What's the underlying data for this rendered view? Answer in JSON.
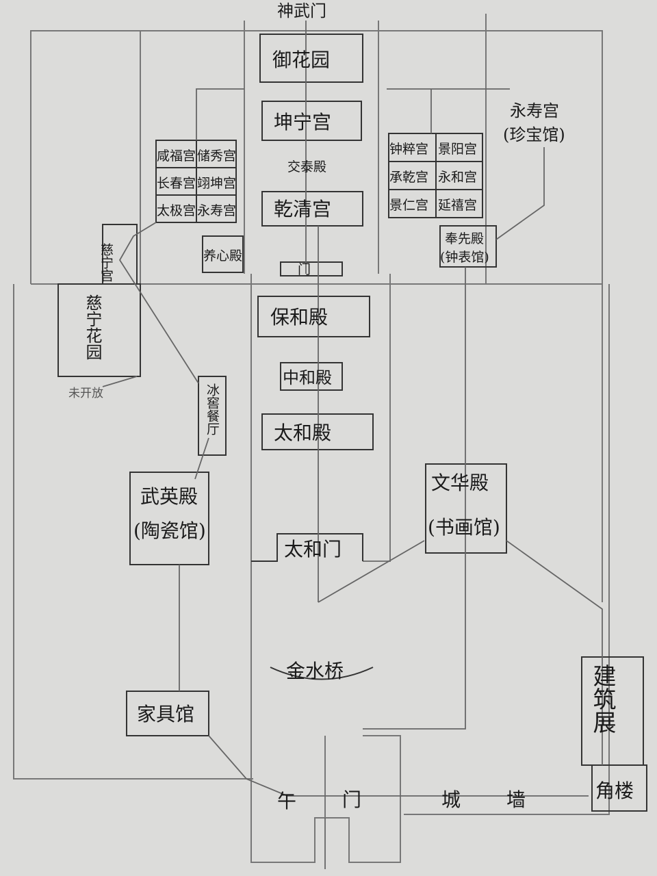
{
  "north_gate": "神武门",
  "central": {
    "imperial_garden": "御花园",
    "kunning": "坤宁宫",
    "jiaotai": "交泰殿",
    "qianqing": "乾清宫",
    "qianqing_gate": "门",
    "baohe": "保和殿",
    "zhonghe": "中和殿",
    "taihe": "太和殿",
    "taihe_gate": "太和门",
    "golden_bridge": "金水桥",
    "meridian_gate_1": "午",
    "meridian_gate_2": "门"
  },
  "west": {
    "six_palaces": [
      [
        "咸福宫",
        "储秀宫"
      ],
      [
        "长春宫",
        "翊坤宫"
      ],
      [
        "太极宫",
        "永寿宫"
      ]
    ],
    "yangxin": "养心殿",
    "cining": "慈宁宫",
    "cining_garden": "慈宁花园",
    "closed_note": "未开放",
    "ice_cellar": "冰窖餐厅",
    "wuying": "武英殿",
    "wuying_sub": "(陶瓷馆)",
    "furniture": "家具馆"
  },
  "east": {
    "six_palaces": [
      [
        "钟粹宫",
        "景阳宫"
      ],
      [
        "承乾宫",
        "永和宫"
      ],
      [
        "景仁宫",
        "延禧宫"
      ]
    ],
    "fengxian": "奉先殿",
    "fengxian_sub": "(钟表馆)",
    "yongshou": "永寿宫",
    "yongshou_sub": "(珍宝馆)",
    "wenhua": "文华殿",
    "wenhua_sub": "(书画馆)",
    "architecture": "建筑展",
    "corner_tower": "角楼"
  },
  "wall_1": "城",
  "wall_2": "墙"
}
